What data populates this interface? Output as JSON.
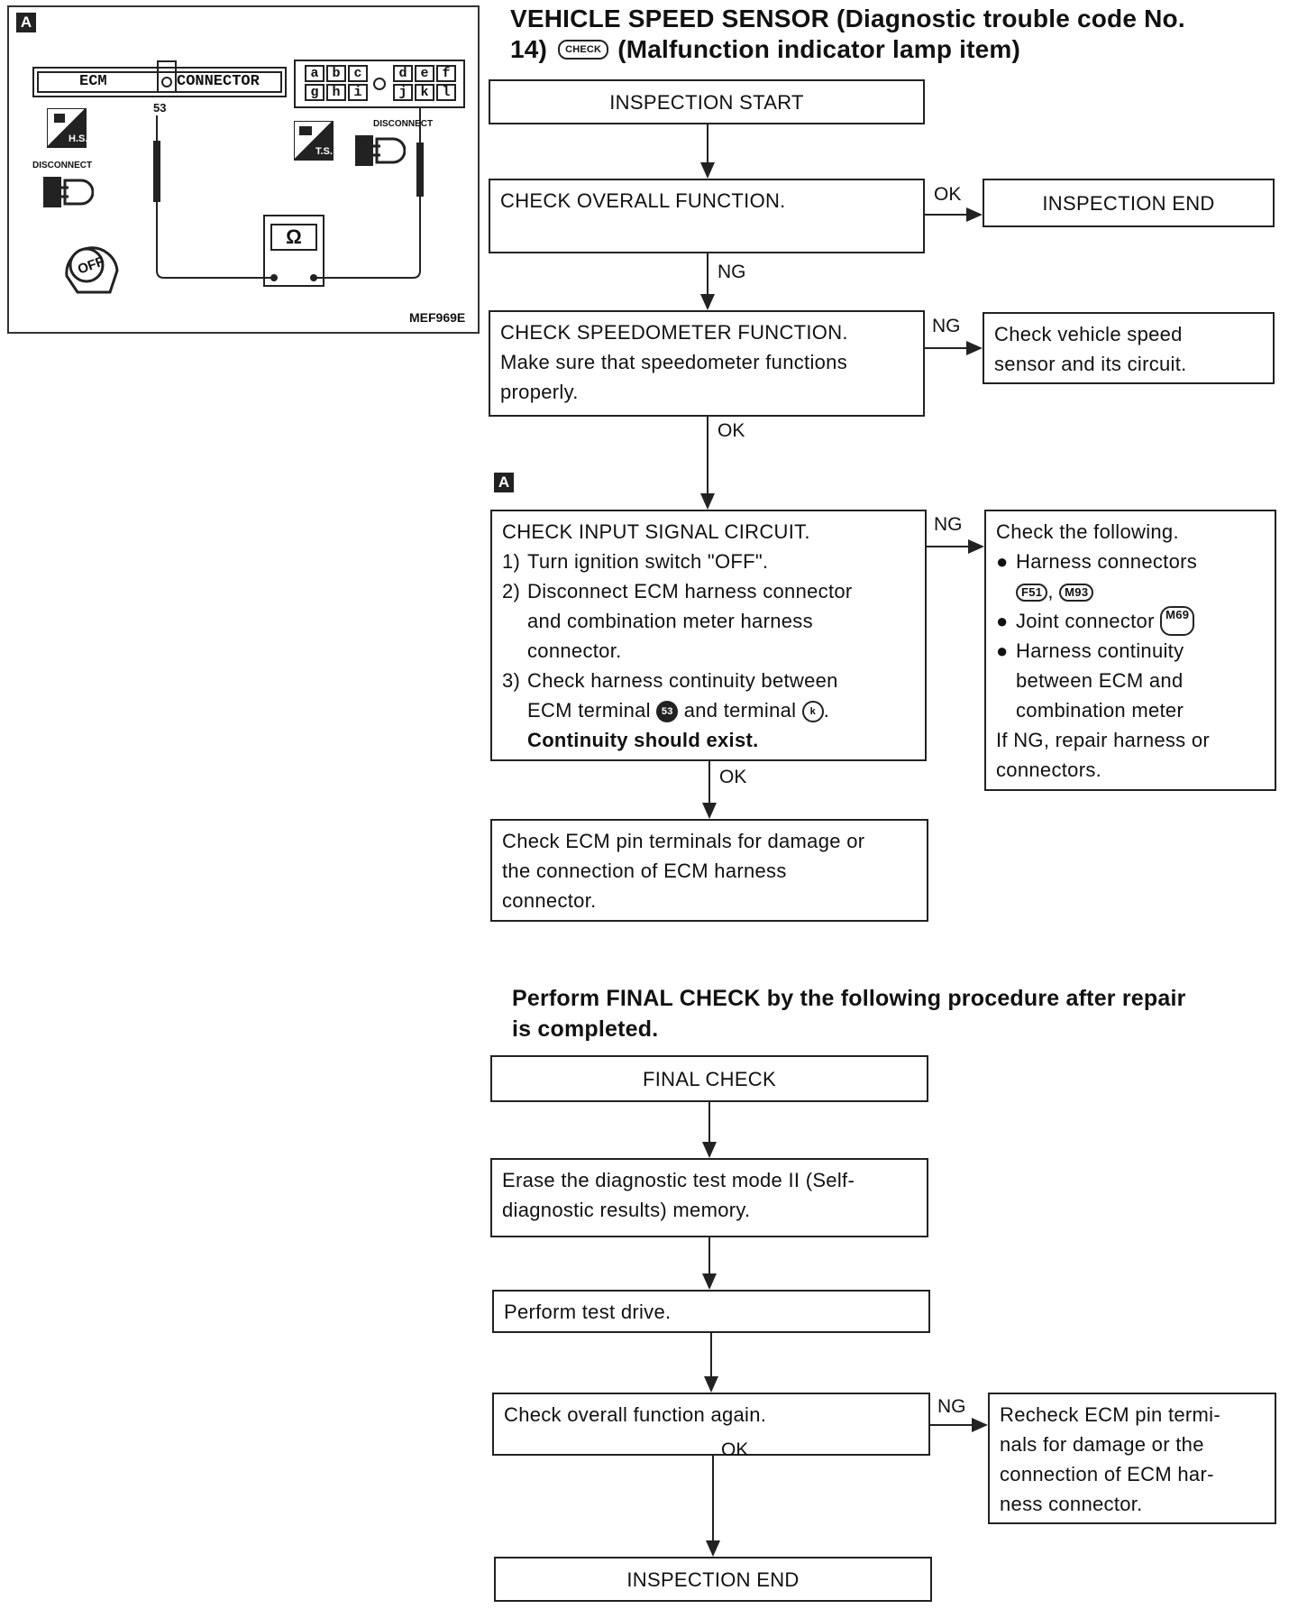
{
  "title_line1": "VEHICLE SPEED SENSOR (Diagnostic trouble code No.",
  "title_line2_prefix": "14)",
  "title_icon_label": "CHECK",
  "title_line2_suffix": "(Malfunction indicator lamp item)",
  "figure": {
    "tag": "A",
    "ecm_label": "ECM",
    "connector_label": "CONNECTOR",
    "terminal_number": "53",
    "meter_terminals_top": [
      "a",
      "b",
      "c",
      "d",
      "e",
      "f"
    ],
    "meter_terminals_bottom": [
      "g",
      "h",
      "i",
      "j",
      "k",
      "l"
    ],
    "hs_label": "H.S.",
    "ts_label": "T.S.",
    "disconnect_left": "DISCONNECT",
    "disconnect_right": "DISCONNECT",
    "ignition_label": "OFF",
    "ohm_symbol": "Ω",
    "figure_code": "MEF969E"
  },
  "flow1": {
    "start": "INSPECTION START",
    "check_overall": "CHECK OVERALL FUNCTION.",
    "ok1": "OK",
    "inspection_end": "INSPECTION END",
    "ng1": "NG",
    "speedo_lines": [
      "CHECK SPEEDOMETER FUNCTION.",
      "Make sure that speedometer functions",
      "properly."
    ],
    "ng2": "NG",
    "check_vss_lines": [
      "Check vehicle speed",
      "sensor and its circuit."
    ],
    "ok2": "OK",
    "tag": "A",
    "input_title": "CHECK INPUT SIGNAL CIRCUIT.",
    "step1_num": "1)",
    "step1": "Turn ignition switch \"OFF\".",
    "step2_num": "2)",
    "step2_lines": [
      "Disconnect ECM harness connector",
      "and combination meter harness",
      "connector."
    ],
    "step3_num": "3)",
    "step3_line1": "Check harness continuity between",
    "step3_line2_a": "ECM terminal",
    "terminal_53": "53",
    "step3_line2_b": "and terminal",
    "terminal_k": "k",
    "step3_bold": "Continuity should exist.",
    "ng3": "NG",
    "follow_title": "Check the following.",
    "b1": "Harness connectors",
    "conn_f51": "F51",
    "comma": ",",
    "conn_m93": "M93",
    "b2": "Joint connector",
    "conn_m69": "M69",
    "b3_lines": [
      "Harness continuity",
      "between ECM and",
      "combination meter"
    ],
    "ng_repair_lines": [
      "If NG, repair harness or",
      "connectors."
    ],
    "ok3": "OK",
    "ecm_pins_lines": [
      "Check ECM pin terminals for damage or",
      "the connection of ECM harness",
      "connector."
    ]
  },
  "final": {
    "heading_line1": "Perform FINAL CHECK by the following procedure after repair",
    "heading_line2": "is completed.",
    "final_check": "FINAL CHECK",
    "erase_lines": [
      "Erase the diagnostic test mode II (Self-",
      "diagnostic results) memory."
    ],
    "test_drive": "Perform test drive.",
    "check_again": "Check overall function again.",
    "ng": "NG",
    "ok": "OK",
    "recheck_lines": [
      "Recheck ECM pin termi-",
      "nals for damage or the",
      "connection of ECM har-",
      "ness connector."
    ],
    "inspection_end": "INSPECTION END"
  }
}
